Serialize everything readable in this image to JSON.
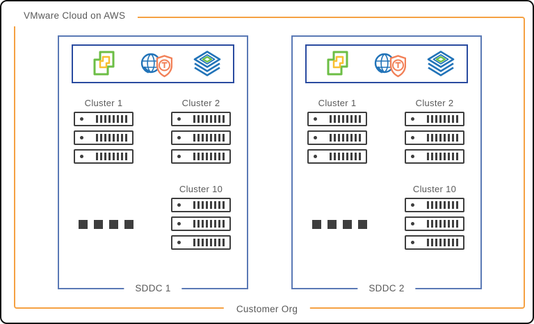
{
  "title": "VMware Cloud on AWS",
  "customer_org_label": "Customer Org",
  "colors": {
    "boundary_orange": "#F5A142",
    "sddc_blue": "#5A79B5",
    "mgmt_blue": "#2A4BA0",
    "server_dark": "#3E3E3E",
    "text_gray": "#595959",
    "vsphere_green": "#6CBE45",
    "vsphere_yellow": "#F8C032",
    "nsx_blue": "#2173B8",
    "nsx_shield_orange": "#F28057",
    "vsan_blue": "#2173B8",
    "vsan_green": "#6CC04A"
  },
  "management_icons": [
    {
      "name": "vsphere-icon"
    },
    {
      "name": "nsx-icon"
    },
    {
      "name": "vsan-icon"
    }
  ],
  "sddcs": [
    {
      "label": "SDDC 1",
      "clusters": [
        {
          "label": "Cluster 1",
          "hosts_shown": 3
        },
        {
          "label": "Cluster 2",
          "hosts_shown": 3
        },
        {
          "label": "Cluster 10",
          "hosts_shown": 3
        }
      ],
      "more_clusters_ellipsis": true
    },
    {
      "label": "SDDC 2",
      "clusters": [
        {
          "label": "Cluster 1",
          "hosts_shown": 3
        },
        {
          "label": "Cluster 2",
          "hosts_shown": 3
        },
        {
          "label": "Cluster 10",
          "hosts_shown": 3
        }
      ],
      "more_clusters_ellipsis": true
    }
  ]
}
